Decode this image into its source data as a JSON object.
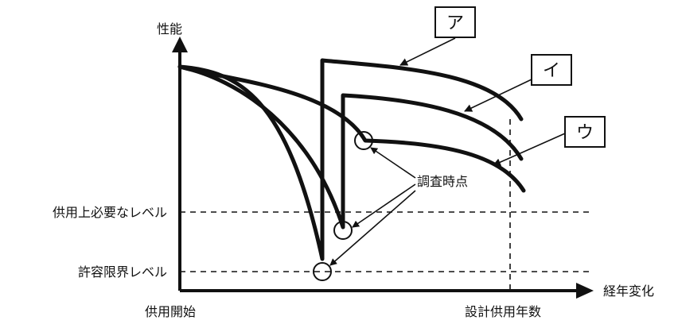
{
  "axes": {
    "y_label": "性能",
    "x_label": "経年変化",
    "x_start_label": "供用開始",
    "x_end_label": "設計供用年数"
  },
  "levels": {
    "required": "供用上必要なレベル",
    "limit": "許容限界レベル"
  },
  "survey_label": "調査時点",
  "curves": {
    "a": "ア",
    "i": "イ",
    "u": "ウ"
  }
}
